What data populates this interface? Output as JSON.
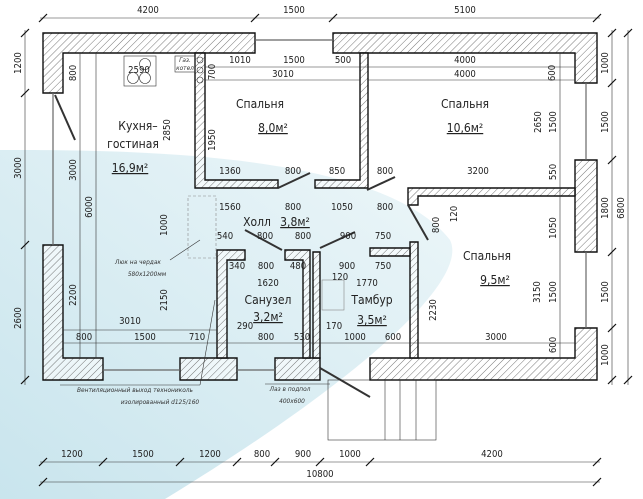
{
  "rooms": [
    {
      "name": "Кухня-\nгостиная",
      "line1": "Кухня–",
      "line2": "гостиная",
      "area": "16,9м²"
    },
    {
      "name": "Спальня",
      "area": "8,0м²"
    },
    {
      "name": "Спальня",
      "area": "10,6м²"
    },
    {
      "name": "Холл",
      "area": "3,8м²"
    },
    {
      "name": "Санузел",
      "area": "3,2м²"
    },
    {
      "name": "Тамбур",
      "area": "3,5м²"
    },
    {
      "name": "Спальня",
      "area": "9,5м²"
    }
  ],
  "dims": [
    "4200",
    "1500",
    "5100",
    "1010",
    "1500",
    "500",
    "3010",
    "4000",
    "4000",
    "1200",
    "3000",
    "2600",
    "800",
    "3000",
    "2200",
    "6000",
    "1000",
    "1500",
    "1800",
    "1500",
    "1000",
    "6800",
    "600",
    "1500",
    "550",
    "1050",
    "1500",
    "600",
    "2650",
    "3150",
    "1200",
    "1500",
    "1200",
    "800",
    "900",
    "1000",
    "4200",
    "10800",
    "1360",
    "800",
    "850",
    "800",
    "3200",
    "1560",
    "800",
    "1050",
    "800",
    "540",
    "800",
    "800",
    "900",
    "750",
    "340",
    "800",
    "480",
    "900",
    "750",
    "1620",
    "1770",
    "120",
    "290",
    "170",
    "3010",
    "800",
    "1500",
    "710",
    "800",
    "530",
    "1000",
    "600",
    "3000",
    "2850",
    "1950",
    "700",
    "1000",
    "2150",
    "2230",
    "800",
    "120",
    "2590"
  ],
  "notes": {
    "attic_hatch": "Люк на чердак",
    "attic_hatch_size": "580х1200мм",
    "vent_1": "Вентиляционный выход технониколь",
    "vent_2": "изолированный d125/160",
    "floor_hatch": "Лаз в подпол",
    "floor_hatch_size": "400х600",
    "boiler_1": "Газ.",
    "boiler_2": "котел"
  }
}
